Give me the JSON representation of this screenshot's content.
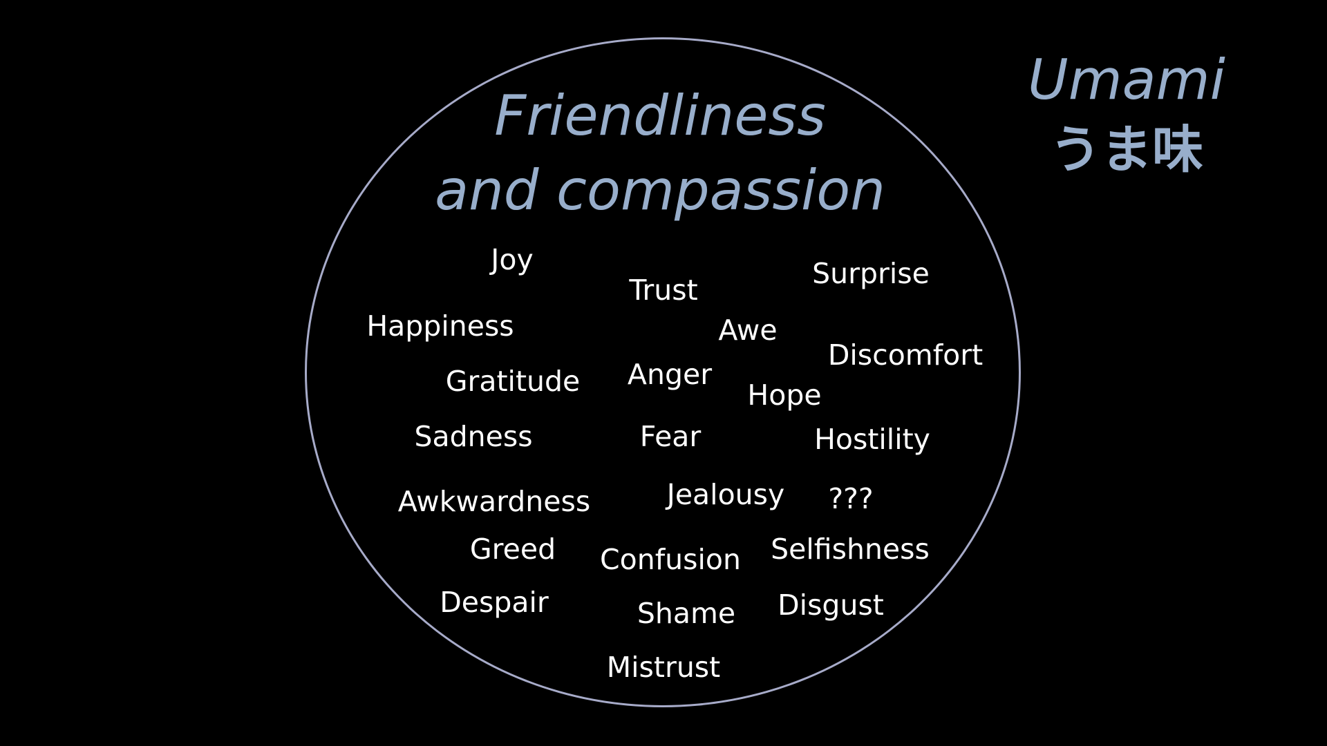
{
  "slide": {
    "title_line1": "Friendliness",
    "title_line2": "and compassion",
    "side_title": "Umami",
    "side_title_jp": "うま味",
    "accent_color": "#98aecb",
    "circle_color": "#a7abc9",
    "background_color": "#000000",
    "words": [
      "Joy",
      "Trust",
      "Surprise",
      "Happiness",
      "Awe",
      "Discomfort",
      "Gratitude",
      "Anger",
      "Hope",
      "Sadness",
      "Fear",
      "Hostility",
      "Awkwardness",
      "Jealousy",
      "???",
      "Greed",
      "Confusion",
      "Selfishness",
      "Despair",
      "Shame",
      "Disgust",
      "Mistrust"
    ]
  }
}
